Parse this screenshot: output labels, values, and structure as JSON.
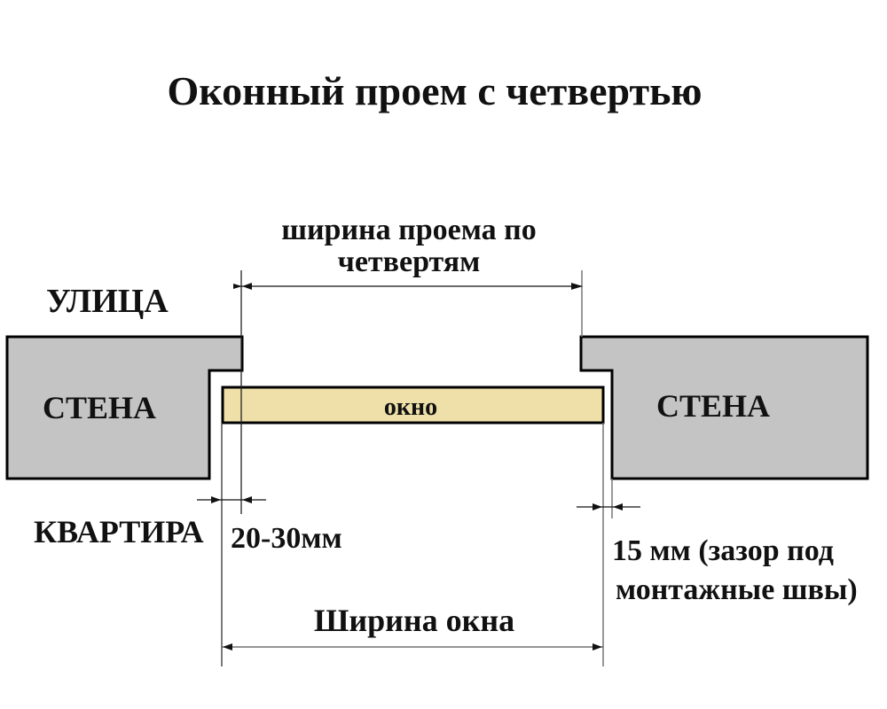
{
  "title": "Оконный проем с четвертью",
  "labels": {
    "street": "УЛИЦА",
    "apartment": "КВАРТИРА",
    "wall_left": "СТЕНА",
    "wall_right": "СТЕНА",
    "window": "окно",
    "opening_width_line1": "ширина проема по",
    "opening_width_line2": "четвертям",
    "quarter_gap": "20-30мм",
    "mount_gap_line1": "15 мм (зазор под",
    "mount_gap_line2": "монтажные швы)",
    "window_width": "Ширина окна"
  },
  "colors": {
    "wall_fill": "#C4C4C4",
    "window_fill": "#EEE0A8",
    "outline": "#000000",
    "dimension_line": "#333333",
    "background": "#FFFFFF"
  }
}
